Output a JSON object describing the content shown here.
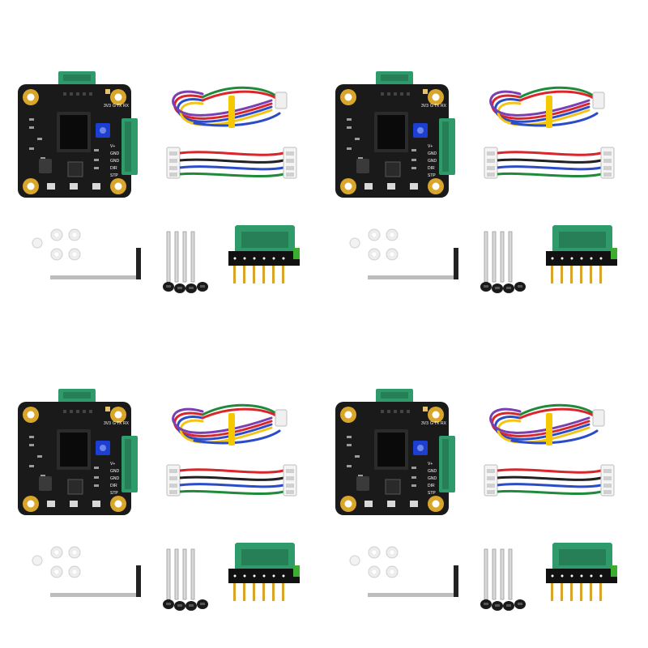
{
  "image": {
    "kit_count": 4,
    "kits": [
      {
        "id": "kit-1"
      },
      {
        "id": "kit-2"
      },
      {
        "id": "kit-3"
      },
      {
        "id": "kit-4"
      }
    ],
    "components": [
      "stepper-driver-board",
      "rainbow-ribbon-cable",
      "4pin-connector-cable",
      "white-washers",
      "hex-key",
      "mounting-screws",
      "green-adapter-board"
    ],
    "board_silkscreen": {
      "header_labels": [
        "3V3",
        "G",
        "TX",
        "RX"
      ],
      "side_labels": [
        "V+",
        "GND",
        "GND",
        "DIR",
        "STP"
      ]
    },
    "colors": {
      "background": "#ffffff",
      "pcb": "#1a1a1a",
      "pad": "#d9a62b",
      "connector_green": "#2f9a6a",
      "oled": "#0a0a0a",
      "pot_blue": "#1c3fd1",
      "wire_red": "#d8262b",
      "wire_blue": "#2a4cc8",
      "wire_green": "#1f8a3a",
      "wire_black": "#222222",
      "wire_yellow": "#f2c417",
      "wire_purple": "#7a3fb0",
      "clip_yellow": "#f5c800"
    }
  }
}
